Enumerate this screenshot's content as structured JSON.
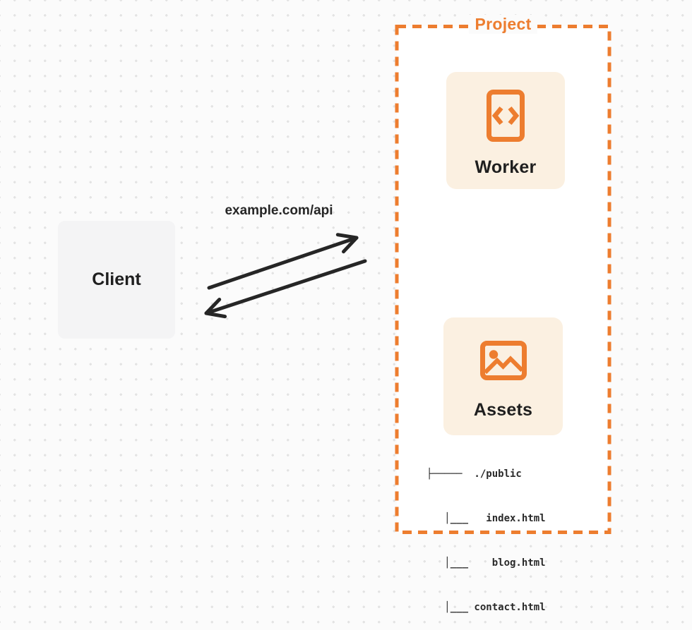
{
  "colors": {
    "accent_orange": "#ED7D2F",
    "card_cream": "#FBF0E1",
    "client_gray": "#F4F4F5",
    "arrow_dark": "#262626",
    "text_dark": "#1F1F1F",
    "page_background": "#FBFBFB",
    "project_interior": "#FFFFFF",
    "dot_grid": "#E3E3E3"
  },
  "client": {
    "label": "Client"
  },
  "connection": {
    "label": "example.com/api"
  },
  "project": {
    "title": "Project",
    "worker": {
      "label": "Worker",
      "icon": "code-file-icon"
    },
    "assets": {
      "label": "Assets",
      "icon": "image-icon"
    },
    "file_tree": {
      "lines": [
        "├─────  ./public",
        "   │___   index.html",
        "   │___    blog.html",
        "   │___ contact.html"
      ]
    }
  }
}
